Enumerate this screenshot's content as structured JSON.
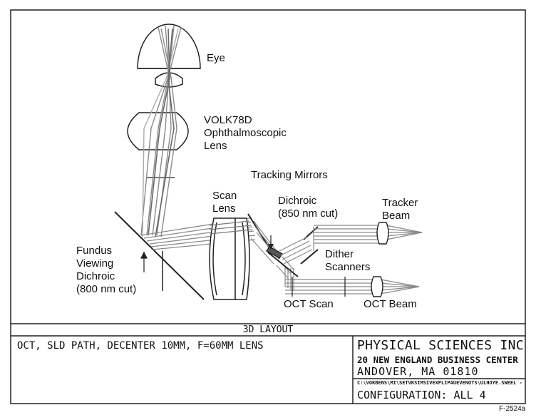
{
  "labels": {
    "eye": "Eye",
    "volk": "VOLK78D\nOphthalmoscopic\nLens",
    "tracking_mirrors": "Tracking Mirrors",
    "scan_lens": "Scan\nLens",
    "dichroic_850": "Dichroic\n(850 nm cut)",
    "tracker_beam": "Tracker\nBeam",
    "fundus_dichroic": "Fundus\nViewing\nDichroic\n(800 nm cut)",
    "dither_scanners": "Dither\nScanners",
    "oct_scan": "OCT Scan",
    "oct_beam": "OCT Beam"
  },
  "title_block": {
    "layout_title": "3D LAYOUT",
    "description": "OCT, SLD PATH, DECENTER 10MM, F=60MM LENS",
    "company": "PHYSICAL SCIENCES INC",
    "address_line1": "20 NEW ENGLAND BUSINESS CENTER",
    "address_line2": "ANDOVER,  MA 01810",
    "file_line": "C:\\VOKBENS\\MI\\SETVKSIMSIVEXPLIPAUEVENOTS\\ULHOYE.SWEEL - VE JAK",
    "configuration": "CONFIGURATION: ALL 4"
  },
  "figure_id": "F-2524a"
}
